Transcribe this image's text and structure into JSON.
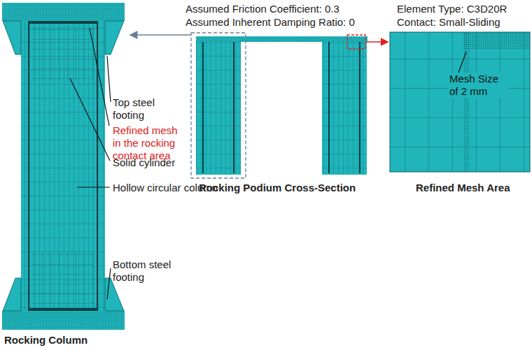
{
  "diagram": {
    "labels": [
      "Assumed Friction Coefficient: 0.3",
      "Assumed Inherent Damping Ratio: 0",
      "Element Type: C3D20R",
      "Contact: Small-Sliding",
      "Top steel footing",
      "Refined mesh in the rocking contact area",
      "Solid cylinder",
      "Hollow circular column",
      "Bottom steel footing",
      "Rocking Column",
      "Rocking Podium Cross-Section",
      "Mesh Size of 2 mm",
      "Refined Mesh Area"
    ]
  }
}
